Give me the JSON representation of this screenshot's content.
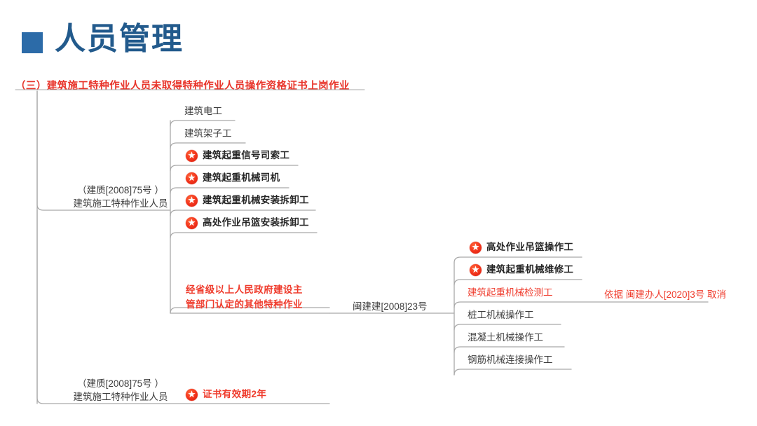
{
  "header": {
    "bullet_icon": "square-bullet-icon",
    "title": "人员管理",
    "title_color": "#225a8c",
    "bullet_color": "#2c6ba8",
    "subtitle": "（三）建筑施工特种作业人员未取得特种作业人员操作资格证书上岗作业",
    "subtitle_color": "#e8342a"
  },
  "diagram": {
    "type": "tree",
    "line_color": "#a9a9a9",
    "star_icon": "red-star-badge-icon",
    "root_branches": [
      {
        "id": "branch-1",
        "label_line1": "（建质[2008]75号 ）",
        "label_line2": "建筑施工特种作业人员",
        "children": [
          {
            "id": "item-1",
            "label": "建筑电工",
            "star": false,
            "style": "plain"
          },
          {
            "id": "item-2",
            "label": "建筑架子工",
            "star": false,
            "style": "plain"
          },
          {
            "id": "item-3",
            "label": "建筑起重信号司索工",
            "star": true,
            "style": "bold"
          },
          {
            "id": "item-4",
            "label": "建筑起重机械司机",
            "star": true,
            "style": "bold"
          },
          {
            "id": "item-5",
            "label": "建筑起重机械安装拆卸工",
            "star": true,
            "style": "bold"
          },
          {
            "id": "item-6",
            "label": "高处作业吊篮安装拆卸工",
            "star": true,
            "style": "bold"
          },
          {
            "id": "item-7",
            "label_line1": "经省级以上人民政府建设主",
            "label_line2": "管部门认定的其他特种作业",
            "star": false,
            "style": "redbold",
            "connector_label": "闽建建[2008]23号",
            "children": [
              {
                "id": "sub-1",
                "label": "高处作业吊篮操作工",
                "star": true,
                "style": "bold"
              },
              {
                "id": "sub-2",
                "label": "建筑起重机械维修工",
                "star": true,
                "style": "bold"
              },
              {
                "id": "sub-3",
                "label": "建筑起重机械检测工",
                "star": false,
                "style": "red",
                "annotation": "依据 闽建办人[2020]3号 取消"
              },
              {
                "id": "sub-4",
                "label": "桩工机械操作工",
                "star": false,
                "style": "plain"
              },
              {
                "id": "sub-5",
                "label": "混凝土机械操作工",
                "star": false,
                "style": "plain"
              },
              {
                "id": "sub-6",
                "label": "钢筋机械连接操作工",
                "star": false,
                "style": "plain"
              }
            ]
          }
        ]
      },
      {
        "id": "branch-2",
        "label_line1": "（建质[2008]75号 ）",
        "label_line2": "建筑施工特种作业人员",
        "children": [
          {
            "id": "item-8",
            "label": "证书有效期2年",
            "star": true,
            "style": "redbold"
          }
        ]
      }
    ]
  }
}
